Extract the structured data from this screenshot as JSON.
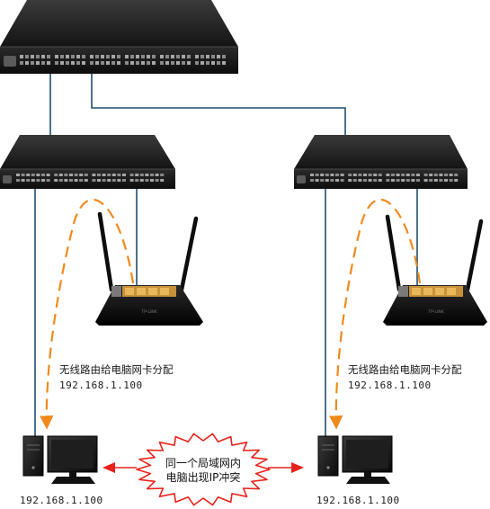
{
  "routers": [
    {
      "label": "无线路由给电脑网卡分配",
      "ip": "192.168.1.100"
    },
    {
      "label": "无线路由给电脑网卡分配",
      "ip": "192.168.1.100"
    }
  ],
  "computers": [
    {
      "ip": "192.168.1.100"
    },
    {
      "ip": "192.168.1.100"
    }
  ],
  "conflict_note": {
    "line1": "同一个局域网内",
    "line2": "电脑出现IP冲突"
  },
  "router_brand": "TP-LINK",
  "colors": {
    "link_line": "#1f4e6e",
    "dhcp_arrow": "#f08a1c",
    "conflict_arrow": "#e8221b",
    "switch_body": "#1c1c1c",
    "router_body": "#111111",
    "router_ports": "#d9a441"
  }
}
